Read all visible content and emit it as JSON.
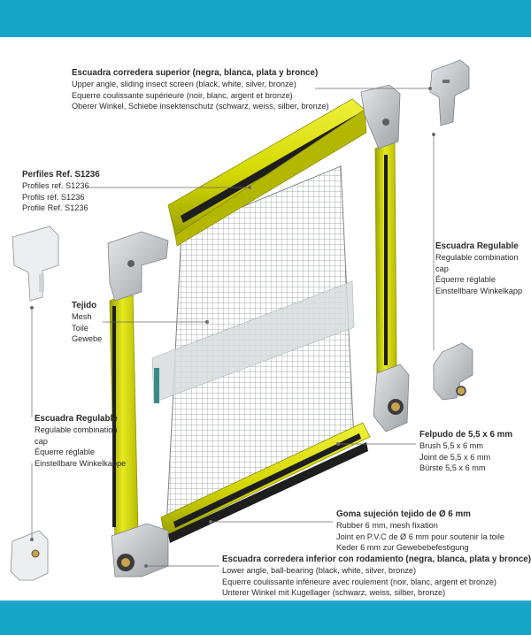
{
  "colors": {
    "band": "#14a5c8",
    "profile": "#d4d800",
    "profile_dark": "#9aa000",
    "brush": "#1e1e1e",
    "corner": "#bfc3c6",
    "mesh": "#8a8f94",
    "leader": "#6a6a6a"
  },
  "labels": {
    "upper_angle": {
      "title": "Escuadra corredera superior (negra, blanca, plata y bronce)",
      "lines": [
        "Upper angle, sliding insect screen (black, white, silver, bronze)",
        "Equerre coulissante supérieure (noir, blanc, argent et bronze)",
        "Oberer Winkel, Schiebe insektenschutz (schwarz, weiss, silber, bronze)"
      ]
    },
    "profiles": {
      "title": "Perfiles Ref. S1236",
      "lines": [
        "Profiles ref. S1236",
        "Profils réf. S1236",
        "Profile Ref. S1236"
      ]
    },
    "regulable_right": {
      "title": "Escuadra Regulable",
      "lines": [
        "Regulable combination",
        "cap",
        "Équerre réglable",
        "Einstellbare Winkelkapp"
      ]
    },
    "mesh": {
      "title": "Tejido",
      "lines": [
        "Mesh",
        "Toile",
        "Gewebe"
      ]
    },
    "regulable_left": {
      "title": "Escuadra Regulable",
      "lines": [
        "Regulable combination",
        "cap",
        "Équerre réglable",
        "Einstellbare Winkelkappe"
      ]
    },
    "brush": {
      "title": "Felpudo de 5,5 x 6 mm",
      "lines": [
        "Brush 5,5 x 6 mm",
        "Joint de 5,5 x 6 mm",
        "Bürste 5,5 x 6 mm"
      ]
    },
    "rubber": {
      "title": "Goma sujeción tejido de Ø 6 mm",
      "lines": [
        "Rubber 6 mm, mesh fixation",
        "Joint en P.V.C de Ø 6 mm pour soutenir la toile",
        "Keder 6 mm zur Gewebebefestigung"
      ]
    },
    "lower_angle": {
      "title": "Escuadra corredera inferior con rodamiento (negra, blanca, plata y bronce)",
      "lines": [
        "Lower angle, ball-bearing (black, white, silver, bronze)",
        "Equerre coulissante inférieure avec roulement (noir, blanc, argent et bronze)",
        "Unterer Winkel mit Kugellager (schwarz, weiss, silber, bronze)"
      ]
    }
  }
}
